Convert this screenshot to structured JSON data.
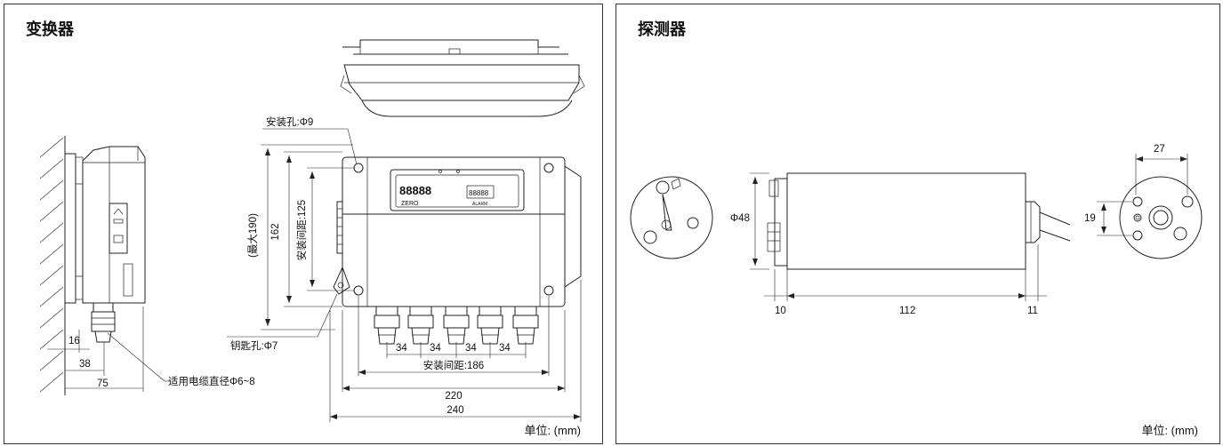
{
  "converter": {
    "title": "变换器",
    "unit": "单位: (mm)",
    "labels": {
      "mount_hole": "安装孔:Φ9",
      "key_hole": "钥匙孔:Φ7",
      "max_height": "(最大190)",
      "height": "162",
      "mount_pitch_v": "安装间距:125",
      "cable": "适用电缆直径Φ6~8",
      "gap1": "34",
      "gap2": "34",
      "gap3": "34",
      "gap4": "34",
      "mount_pitch_h": "安装间距:186",
      "width": "220",
      "total_width": "240",
      "side_16": "16",
      "side_38": "38",
      "side_75": "75"
    },
    "display": {
      "digits1": "88888",
      "digits2": "88888",
      "zero": "ZERO",
      "alarm": "ALARM"
    }
  },
  "detector": {
    "title": "探测器",
    "unit": "单位: (mm)",
    "labels": {
      "diameter": "Φ48",
      "len_10": "10",
      "len_112": "112",
      "len_11": "11",
      "dim_27": "27",
      "dim_19": "19"
    }
  }
}
